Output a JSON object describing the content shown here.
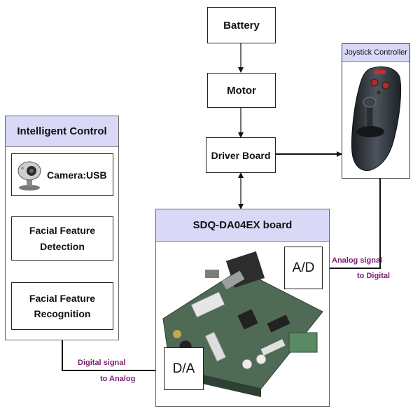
{
  "blocks": {
    "battery": "Battery",
    "motor": "Motor",
    "driver_board": "Driver Board",
    "joystick_title": "Joystick Controller",
    "intelligent_control_title": "Intelligent Control",
    "camera": "Camera:USB",
    "facial_detection": "Facial Feature Detection",
    "facial_recognition": "Facial Feature Recognition",
    "sdq_board_title": "SDQ-DA04EX board",
    "ad": "A/D",
    "da": "D/A"
  },
  "signals": {
    "analog_to_digital_line1": "Analog signal",
    "analog_to_digital_line2": "to Digital",
    "digital_to_analog_line1": "Digital signal",
    "digital_to_analog_line2": "to Analog"
  },
  "colors": {
    "panel_header": "#d9d9f7",
    "signal_text": "#7a1e6e",
    "arrow": "#111111"
  },
  "icons": {
    "joystick": "joystick-controller-photo",
    "camera": "usb-webcam-icon",
    "board": "circuit-board-photo"
  }
}
